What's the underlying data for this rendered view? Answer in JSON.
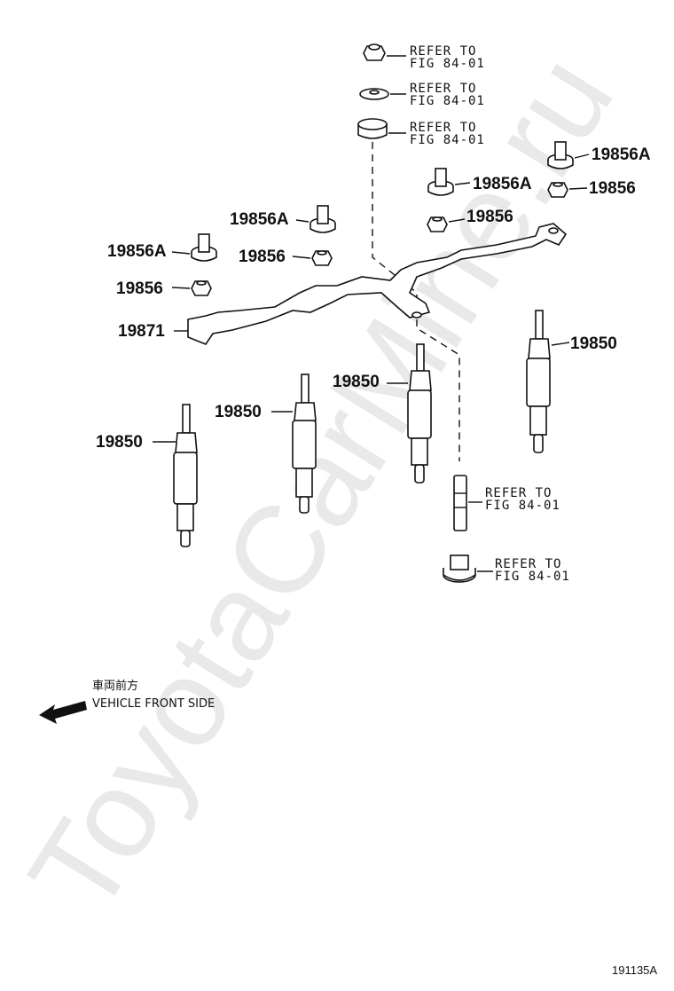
{
  "watermark": "ToyotaCarMine.ru",
  "refer": {
    "line1": "REFER TO",
    "line2": "FIG 84-01"
  },
  "callouts": {
    "nut_top_right": "19856",
    "stud_top_right": "19856A",
    "stud_mid_right": "19856A",
    "nut_mid_right": "19856",
    "stud_mid_left": "19856A",
    "nut_mid_left": "19856",
    "stud_left": "19856A",
    "nut_left": "19856",
    "bus_bar": "19871",
    "plug_1": "19850",
    "plug_2": "19850",
    "plug_3": "19850",
    "plug_4": "19850"
  },
  "legend": {
    "japanese": "車両前方",
    "english": "VEHICLE FRONT SIDE"
  },
  "figure_id": "191135A"
}
